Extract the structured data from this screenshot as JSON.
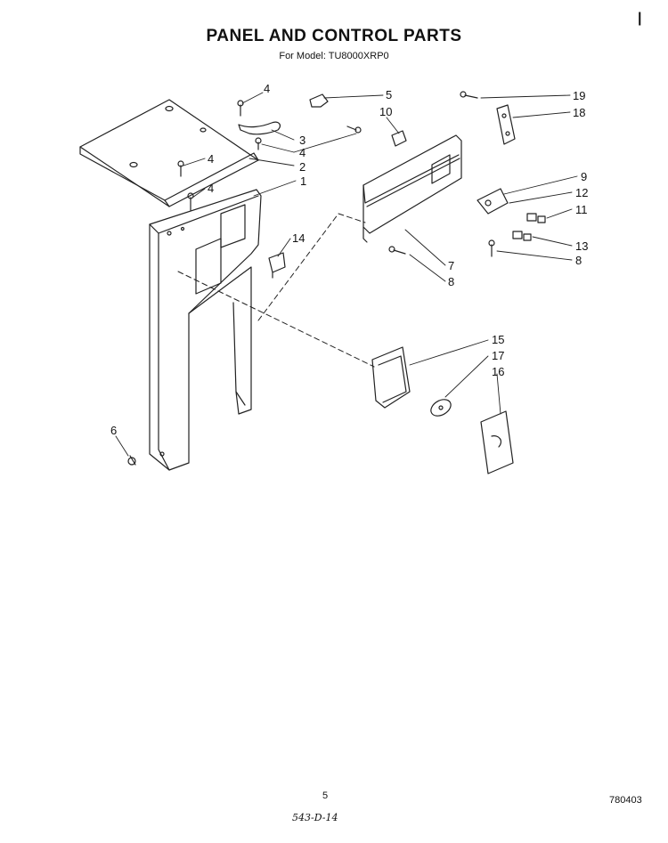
{
  "title": "PANEL AND CONTROL PARTS",
  "subtitle": "For Model: TU8000XRP0",
  "page_number": "5",
  "document_number": "780403",
  "handwritten_note": "543-D-14",
  "corner_mark": "|",
  "callouts": {
    "c1": "1",
    "c2": "2",
    "c3": "3",
    "c4a": "4",
    "c4b": "4",
    "c4c": "4",
    "c4d": "4",
    "c5": "5",
    "c6": "6",
    "c7": "7",
    "c8a": "8",
    "c8b": "8",
    "c9": "9",
    "c10": "10",
    "c11": "11",
    "c12": "12",
    "c13": "13",
    "c14": "14",
    "c15": "15",
    "c16": "16",
    "c17": "17",
    "c18": "18",
    "c19": "19"
  }
}
